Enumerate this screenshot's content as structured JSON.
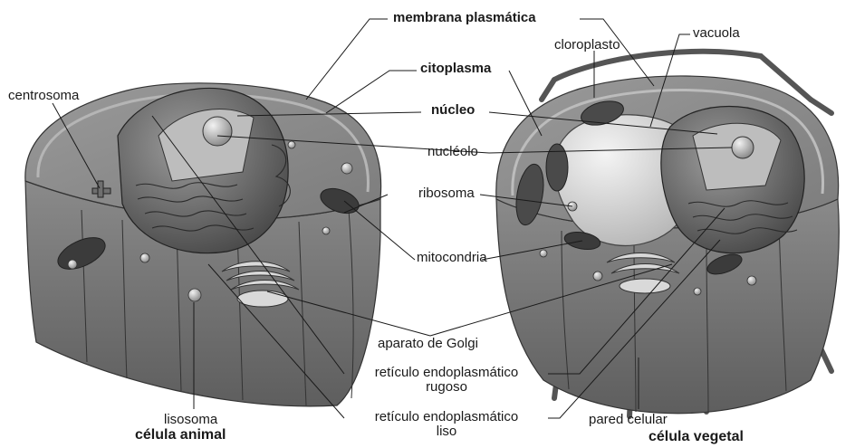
{
  "labels": {
    "membrana_plasmatica": "membrana plasmática",
    "vacuola": "vacuola",
    "cloroplasto": "cloroplasto",
    "citoplasma": "citoplasma",
    "centrosoma": "centrosoma",
    "nucleo": "núcleo",
    "nucleolo": "nucléolo",
    "ribosoma": "ribosoma",
    "mitocondria": "mitocondria",
    "aparato_golgi": "aparato de Golgi",
    "reticulo_rugoso_1": "retículo endoplasmático",
    "reticulo_rugoso_2": "rugoso",
    "reticulo_liso_1": "retículo endoplasmático",
    "reticulo_liso_2": "liso",
    "lisosoma": "lisosoma",
    "pared_celular": "pared celular"
  },
  "captions": {
    "animal": "célula animal",
    "vegetal": "célula vegetal"
  }
}
